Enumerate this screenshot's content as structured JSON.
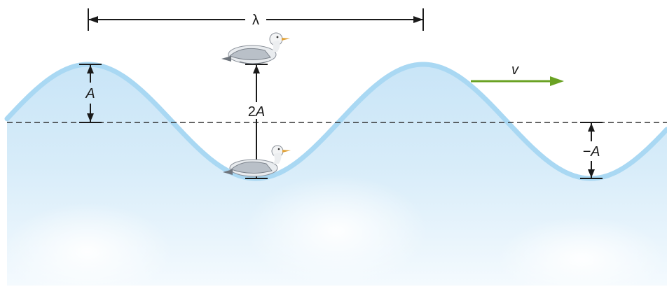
{
  "labels": {
    "wavelength": "λ",
    "amplitude": "A",
    "double_amplitude": "2A",
    "double_amplitude_num": "2",
    "double_amplitude_var": "A",
    "negative_amplitude": "−A",
    "velocity": "v"
  },
  "colors": {
    "wave_crest": "#a9d8f3",
    "water_top": "#cfe8f8",
    "water_mid": "#e6f3fc",
    "water_light": "#ffffff",
    "dimension_line": "#1a1a1a",
    "dashed_line": "#333333",
    "velocity_arrow": "#6aa223"
  },
  "icons": {
    "bird_on_crest": "seagull-icon",
    "bird_in_trough": "seagull-icon"
  }
}
